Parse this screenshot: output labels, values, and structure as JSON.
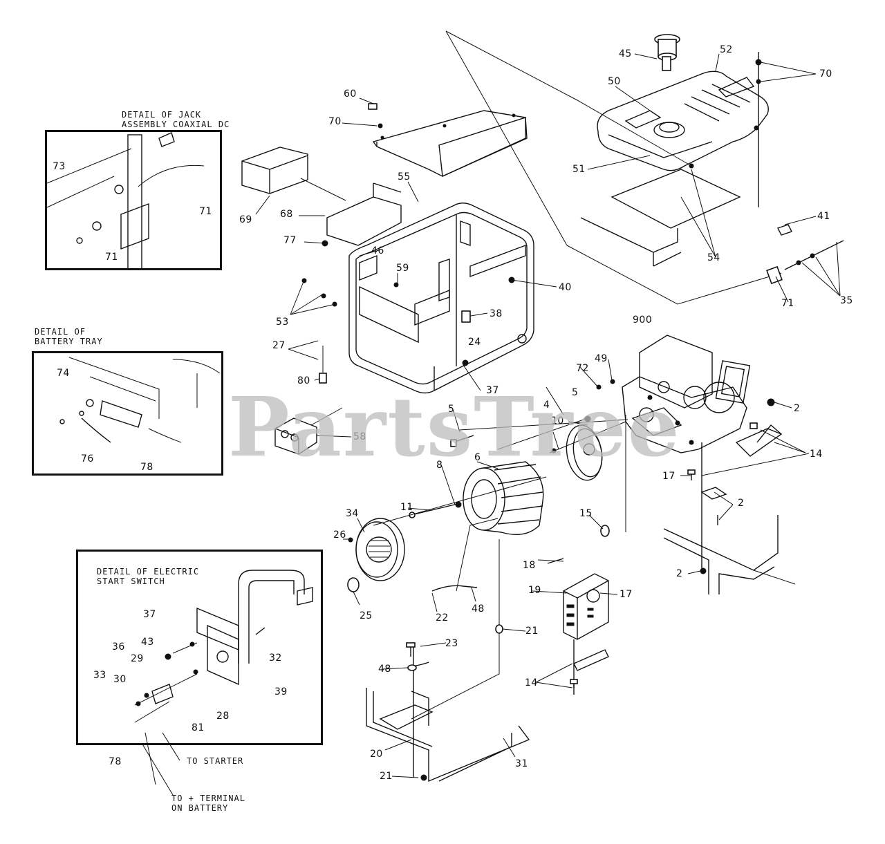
{
  "watermark": "PartsTree",
  "details": {
    "jack": {
      "title": "DETAIL OF JACK\nASSEMBLY COAXIAL DC",
      "labels": [
        "73",
        "71",
        "71"
      ]
    },
    "battery": {
      "title": "DETAIL OF\nBATTERY TRAY",
      "labels": [
        "74",
        "76",
        "78"
      ]
    },
    "start": {
      "title": "DETAIL OF ELECTRIC\nSTART SWITCH",
      "labels": [
        "37",
        "36",
        "29",
        "43",
        "33",
        "30",
        "32",
        "39",
        "28",
        "81",
        "78"
      ],
      "notes": [
        "TO STARTER",
        "TO + TERMINAL\nON BATTERY"
      ]
    }
  },
  "callouts": {
    "c60": "60",
    "c70a": "70",
    "c69": "69",
    "c68": "68",
    "c77": "77",
    "c55": "55",
    "c46": "46",
    "c59": "59",
    "c40": "40",
    "c53": "53",
    "c38": "38",
    "c27": "27",
    "c24": "24",
    "c80": "80",
    "c37": "37",
    "c58": "58",
    "c45": "45",
    "c52": "52",
    "c70b": "70",
    "c50": "50",
    "c51": "51",
    "c54": "54",
    "c41": "41",
    "c71": "71",
    "c35": "35",
    "c900": "900",
    "c2a": "2",
    "c14a": "14",
    "c17a": "17",
    "c2b": "2",
    "c2c": "2",
    "c49": "49",
    "c72": "72",
    "c5a": "5",
    "c4": "4",
    "c5b": "5",
    "c10": "10",
    "c6": "6",
    "c8": "8",
    "c11": "11",
    "c34": "34",
    "c26": "26",
    "c25": "25",
    "c15": "15",
    "c18": "18",
    "c19": "19",
    "c17b": "17",
    "c22": "22",
    "c48a": "48",
    "c21a": "21",
    "c23": "23",
    "c48b": "48",
    "c14b": "14",
    "c20": "20",
    "c31": "31",
    "c21b": "21"
  }
}
